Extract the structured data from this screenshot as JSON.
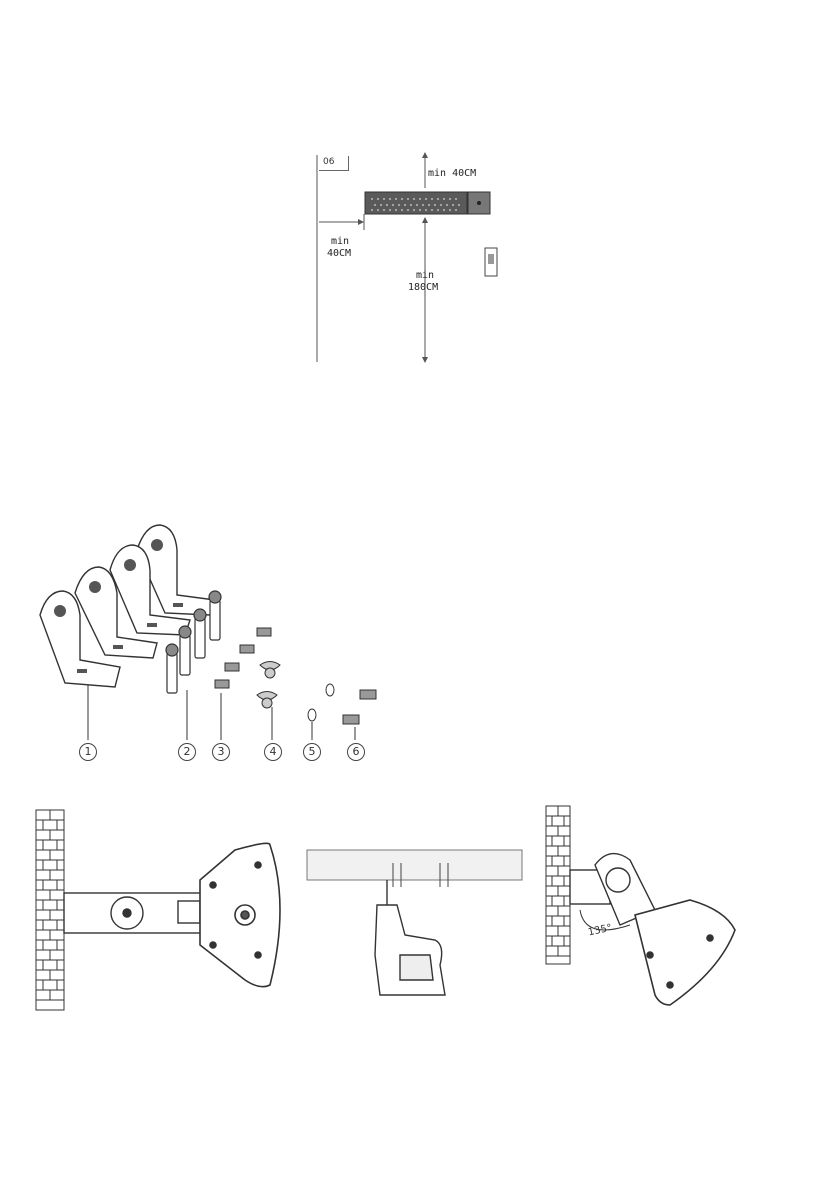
{
  "clearance_diagram": {
    "page_number": "06",
    "top_clearance": "min 40CM",
    "side_clearance_line1": "min",
    "side_clearance_line2": "40CM",
    "floor_clearance_line1": "min",
    "floor_clearance_line2": "180CM"
  },
  "parts_diagram": {
    "parts": [
      "1",
      "2",
      "3",
      "4",
      "5",
      "6"
    ]
  },
  "mounting_diagram": {
    "angle_label": "135°"
  },
  "colors": {
    "line": "#444444",
    "heater_body": "#555555",
    "brick": "#333333"
  }
}
